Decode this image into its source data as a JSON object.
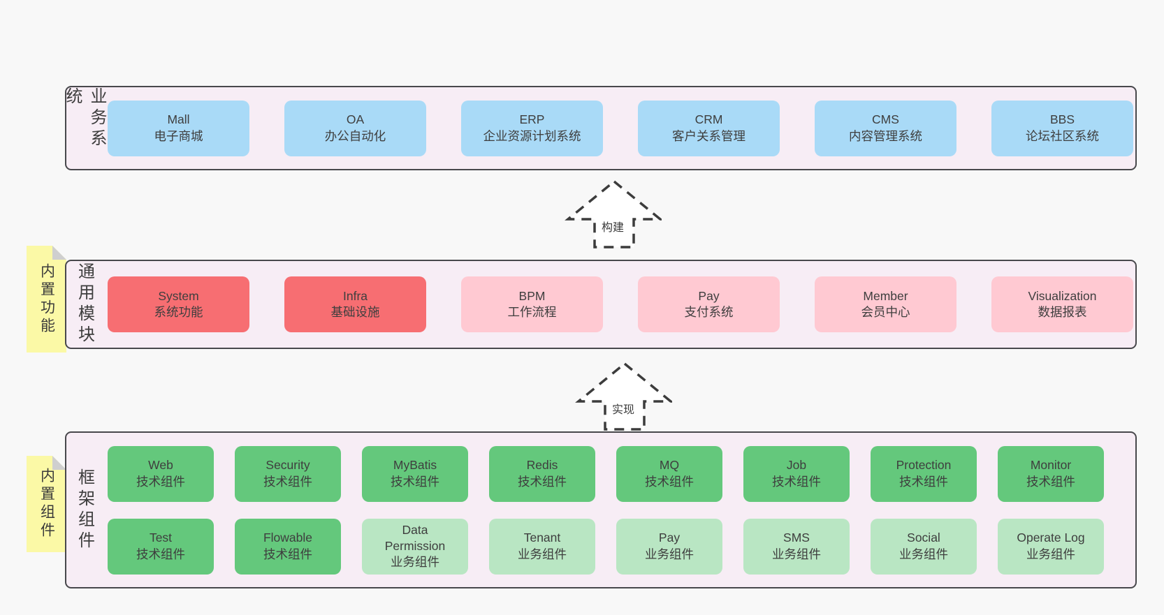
{
  "colors": {
    "page_bg": "#f8f8f8",
    "band_bg": "#f7edf5",
    "band_border": "#48484c",
    "blue": "#a9daf7",
    "red": "#f76e72",
    "pink": "#ffc9d2",
    "green": "#64c87c",
    "green-light": "#b9e6c3",
    "note_yellow": "#fbf9a6",
    "note_fold": "#cfcfcf",
    "text": "#3c3c3c",
    "arrow_stroke": "#3c3c3c"
  },
  "arrows": [
    {
      "label": "构建"
    },
    {
      "label": "实现"
    }
  ],
  "layers": [
    {
      "label": "业务系统",
      "rows": [
        [
          {
            "name": "Mall",
            "desc": "电子商城",
            "variant": "blue"
          },
          {
            "name": "OA",
            "desc": "办公自动化",
            "variant": "blue"
          },
          {
            "name": "ERP",
            "desc": "企业资源计划系统",
            "variant": "blue"
          },
          {
            "name": "CRM",
            "desc": "客户关系管理",
            "variant": "blue"
          },
          {
            "name": "CMS",
            "desc": "内容管理系统",
            "variant": "blue"
          },
          {
            "name": "BBS",
            "desc": "论坛社区系统",
            "variant": "blue"
          }
        ]
      ]
    },
    {
      "label": "通用模块",
      "note": "内置功能",
      "rows": [
        [
          {
            "name": "System",
            "desc": "系统功能",
            "variant": "red"
          },
          {
            "name": "Infra",
            "desc": "基础设施",
            "variant": "red"
          },
          {
            "name": "BPM",
            "desc": "工作流程",
            "variant": "pink"
          },
          {
            "name": "Pay",
            "desc": "支付系统",
            "variant": "pink"
          },
          {
            "name": "Member",
            "desc": "会员中心",
            "variant": "pink"
          },
          {
            "name": "Visualization",
            "desc": "数据报表",
            "variant": "pink"
          }
        ]
      ]
    },
    {
      "label": "框架组件",
      "note": "内置组件",
      "rows": [
        [
          {
            "name": "Web",
            "desc": "技术组件",
            "variant": "green"
          },
          {
            "name": "Security",
            "desc": "技术组件",
            "variant": "green"
          },
          {
            "name": "MyBatis",
            "desc": "技术组件",
            "variant": "green"
          },
          {
            "name": "Redis",
            "desc": "技术组件",
            "variant": "green"
          },
          {
            "name": "MQ",
            "desc": "技术组件",
            "variant": "green"
          },
          {
            "name": "Job",
            "desc": "技术组件",
            "variant": "green"
          },
          {
            "name": "Protection",
            "desc": "技术组件",
            "variant": "green"
          },
          {
            "name": "Monitor",
            "desc": "技术组件",
            "variant": "green"
          }
        ],
        [
          {
            "name": "Test",
            "desc": "技术组件",
            "variant": "green"
          },
          {
            "name": "Flowable",
            "desc": "技术组件",
            "variant": "green"
          },
          {
            "name": "Data Permission",
            "desc": "业务组件",
            "variant": "green-light"
          },
          {
            "name": "Tenant",
            "desc": "业务组件",
            "variant": "green-light"
          },
          {
            "name": "Pay",
            "desc": "业务组件",
            "variant": "green-light"
          },
          {
            "name": "SMS",
            "desc": "业务组件",
            "variant": "green-light"
          },
          {
            "name": "Social",
            "desc": "业务组件",
            "variant": "green-light"
          },
          {
            "name": "Operate Log",
            "desc": "业务组件",
            "variant": "green-light"
          }
        ]
      ]
    }
  ]
}
